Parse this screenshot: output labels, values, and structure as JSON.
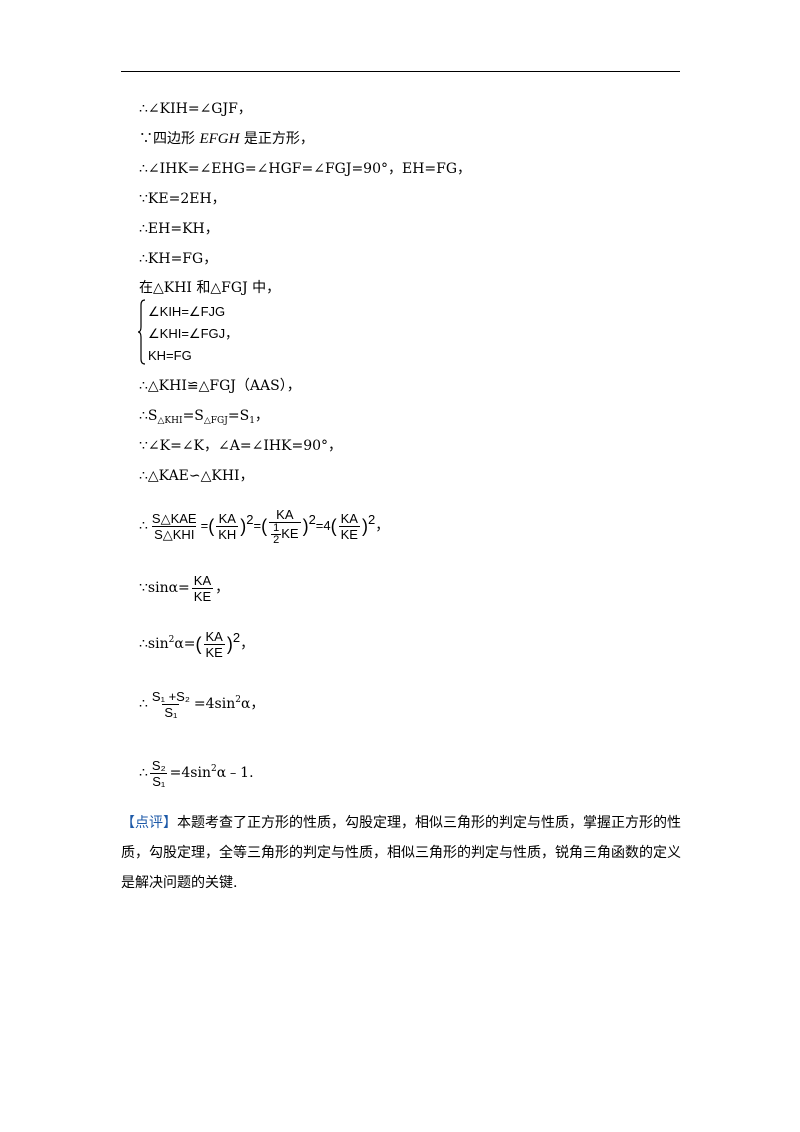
{
  "lines": {
    "l1": "∴∠KIH=∠GJF，",
    "l2_pre": "∵四边形 ",
    "l2_var": "EFGH",
    "l2_post": " 是正方形，",
    "l3": "∴∠IHK=∠EHG=∠HGF=∠FGJ=90°，EH=FG，",
    "l4": "∵KE=2EH，",
    "l5": "∴EH=KH，",
    "l6": "∴KH=FG，",
    "l7": "在△KHI 和△FGJ 中，",
    "sys1": "∠KIH=∠FJG",
    "sys2": "∠KHI=∠FGJ，",
    "sys3": "KH=FG",
    "l8": "∴△KHI≌△FGJ（AAS），",
    "l9_a": "∴S",
    "l9_s1": "△KHI",
    "l9_b": "=S",
    "l9_s2": "△FGJ",
    "l9_c": "=S",
    "l9_s3": "1",
    "l9_d": "，",
    "l10": "∵∠K=∠K，∠A=∠IHK=90°，",
    "l11": "∴△KAE∽△KHI，"
  },
  "eq1": {
    "therefore": "∴",
    "num": "S△KAE",
    "den": "S△KHI",
    "eq": "=",
    "f1_num": "KA",
    "f1_den": "KH",
    "sq": "2",
    "half_num": "1",
    "half_den": "2",
    "ke": "KE",
    "ka": "KA",
    "four": "4",
    "end": "，"
  },
  "eq2": {
    "pre": "∵sinα=",
    "num": "KA",
    "den": "KE",
    "end": "，"
  },
  "eq3": {
    "pre": "∴sin",
    "sup": "2",
    "mid": "α=",
    "num": "KA",
    "den": "KE",
    "sq": "2",
    "end": "，"
  },
  "eq4": {
    "pre": "∴",
    "num": "S₁ +S₂",
    "den": "S₁",
    "post": "=4sin",
    "sup": "2",
    "end": "α，"
  },
  "eq5": {
    "pre": "∴",
    "num": "S₂",
    "den": "S₁",
    "post": "=4sin",
    "sup": "2",
    "end": "α﹣1."
  },
  "comment": {
    "tag": "【点评】",
    "text": "本题考查了正方形的性质，勾股定理，相似三角形的判定与性质，掌握正方形的性质，勾股定理，全等三角形的判定与性质，相似三角形的判定与性质，锐角三角函数的定义是解决问题的关键."
  },
  "colors": {
    "tag": "#1e5aa8",
    "text": "#000000"
  }
}
